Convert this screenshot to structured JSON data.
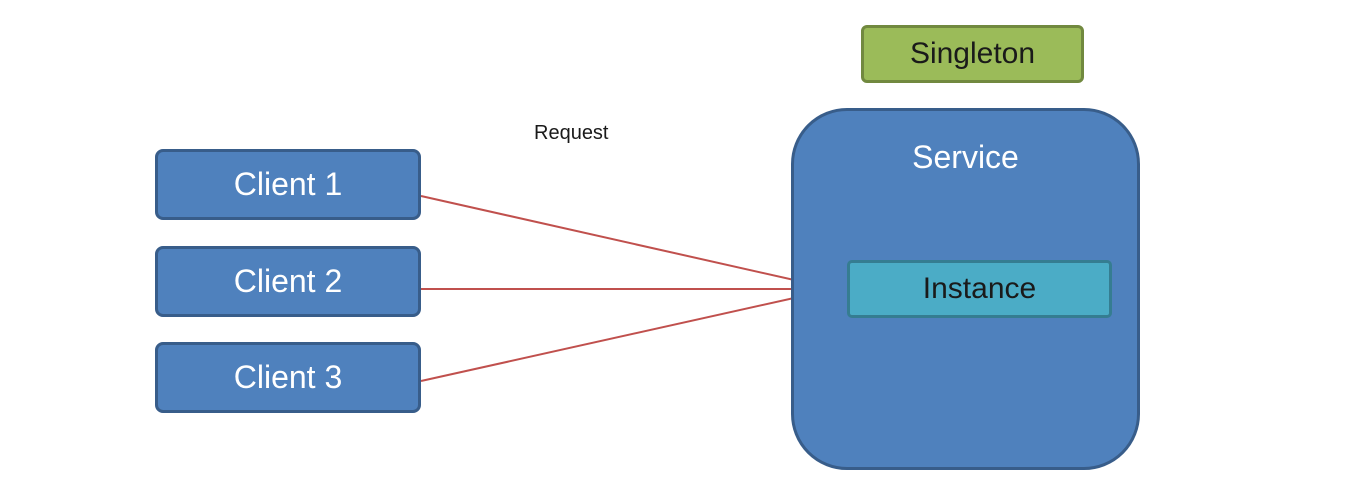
{
  "diagram": {
    "clients": [
      {
        "label": "Client 1"
      },
      {
        "label": "Client 2"
      },
      {
        "label": "Client 3"
      }
    ],
    "request_label": "Request",
    "singleton_label": "Singleton",
    "service_label": "Service",
    "instance_label": "Instance"
  },
  "colors": {
    "client_fill": "#4f81bd",
    "service_fill": "#4f81bd",
    "singleton_fill": "#9bbb59",
    "instance_fill": "#4bacc6",
    "arrow": "#c0504d"
  }
}
